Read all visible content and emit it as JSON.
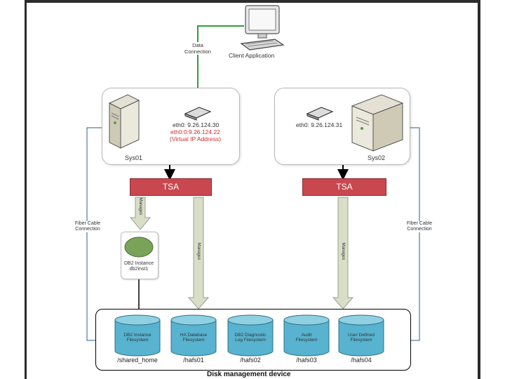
{
  "client": {
    "label": "Client Application"
  },
  "data_connection": {
    "line1": "Data",
    "line2": "Connection"
  },
  "sys01": {
    "name": "Sys01",
    "eth0": "eth0: 9.26.124.30",
    "virtual_ip": "eth0:0:9.26.124.22",
    "virtual_note": "(Virtual IP Address)"
  },
  "sys02": {
    "name": "Sys02",
    "eth0": "eth0: 9.26.124.31"
  },
  "tsa": {
    "left": "TSA",
    "right": "TSA"
  },
  "manages": "Manages",
  "fiber": {
    "line1": "Fiber Cable",
    "line2": "Connection"
  },
  "instance": {
    "line1": "DB2 Instance",
    "line2": "db2inst1"
  },
  "filesystems": [
    {
      "line1": "DB2 Instance",
      "line2": "Filesystem",
      "mount": "/shared_home"
    },
    {
      "line1": "HA Database",
      "line2": "Filesystem",
      "mount": "/hafs01"
    },
    {
      "line1": "DB2 Diagnostic",
      "line2": "Log Filesystem",
      "mount": "/hafs02"
    },
    {
      "line1": "Audit",
      "line2": "Filesystem",
      "mount": "/hafs03"
    },
    {
      "line1": "User Defined",
      "line2": "Filesystem",
      "mount": "/hafs04"
    }
  ],
  "disk_device": {
    "label": "Disk management device"
  },
  "colors": {
    "tsa": "#c9474f",
    "green_line": "#2e9d3a",
    "red_text": "#d42a2a",
    "cylinder": "#57b3cf",
    "instance": "#7aa35a",
    "arrow_fill": "#d9dec8"
  }
}
